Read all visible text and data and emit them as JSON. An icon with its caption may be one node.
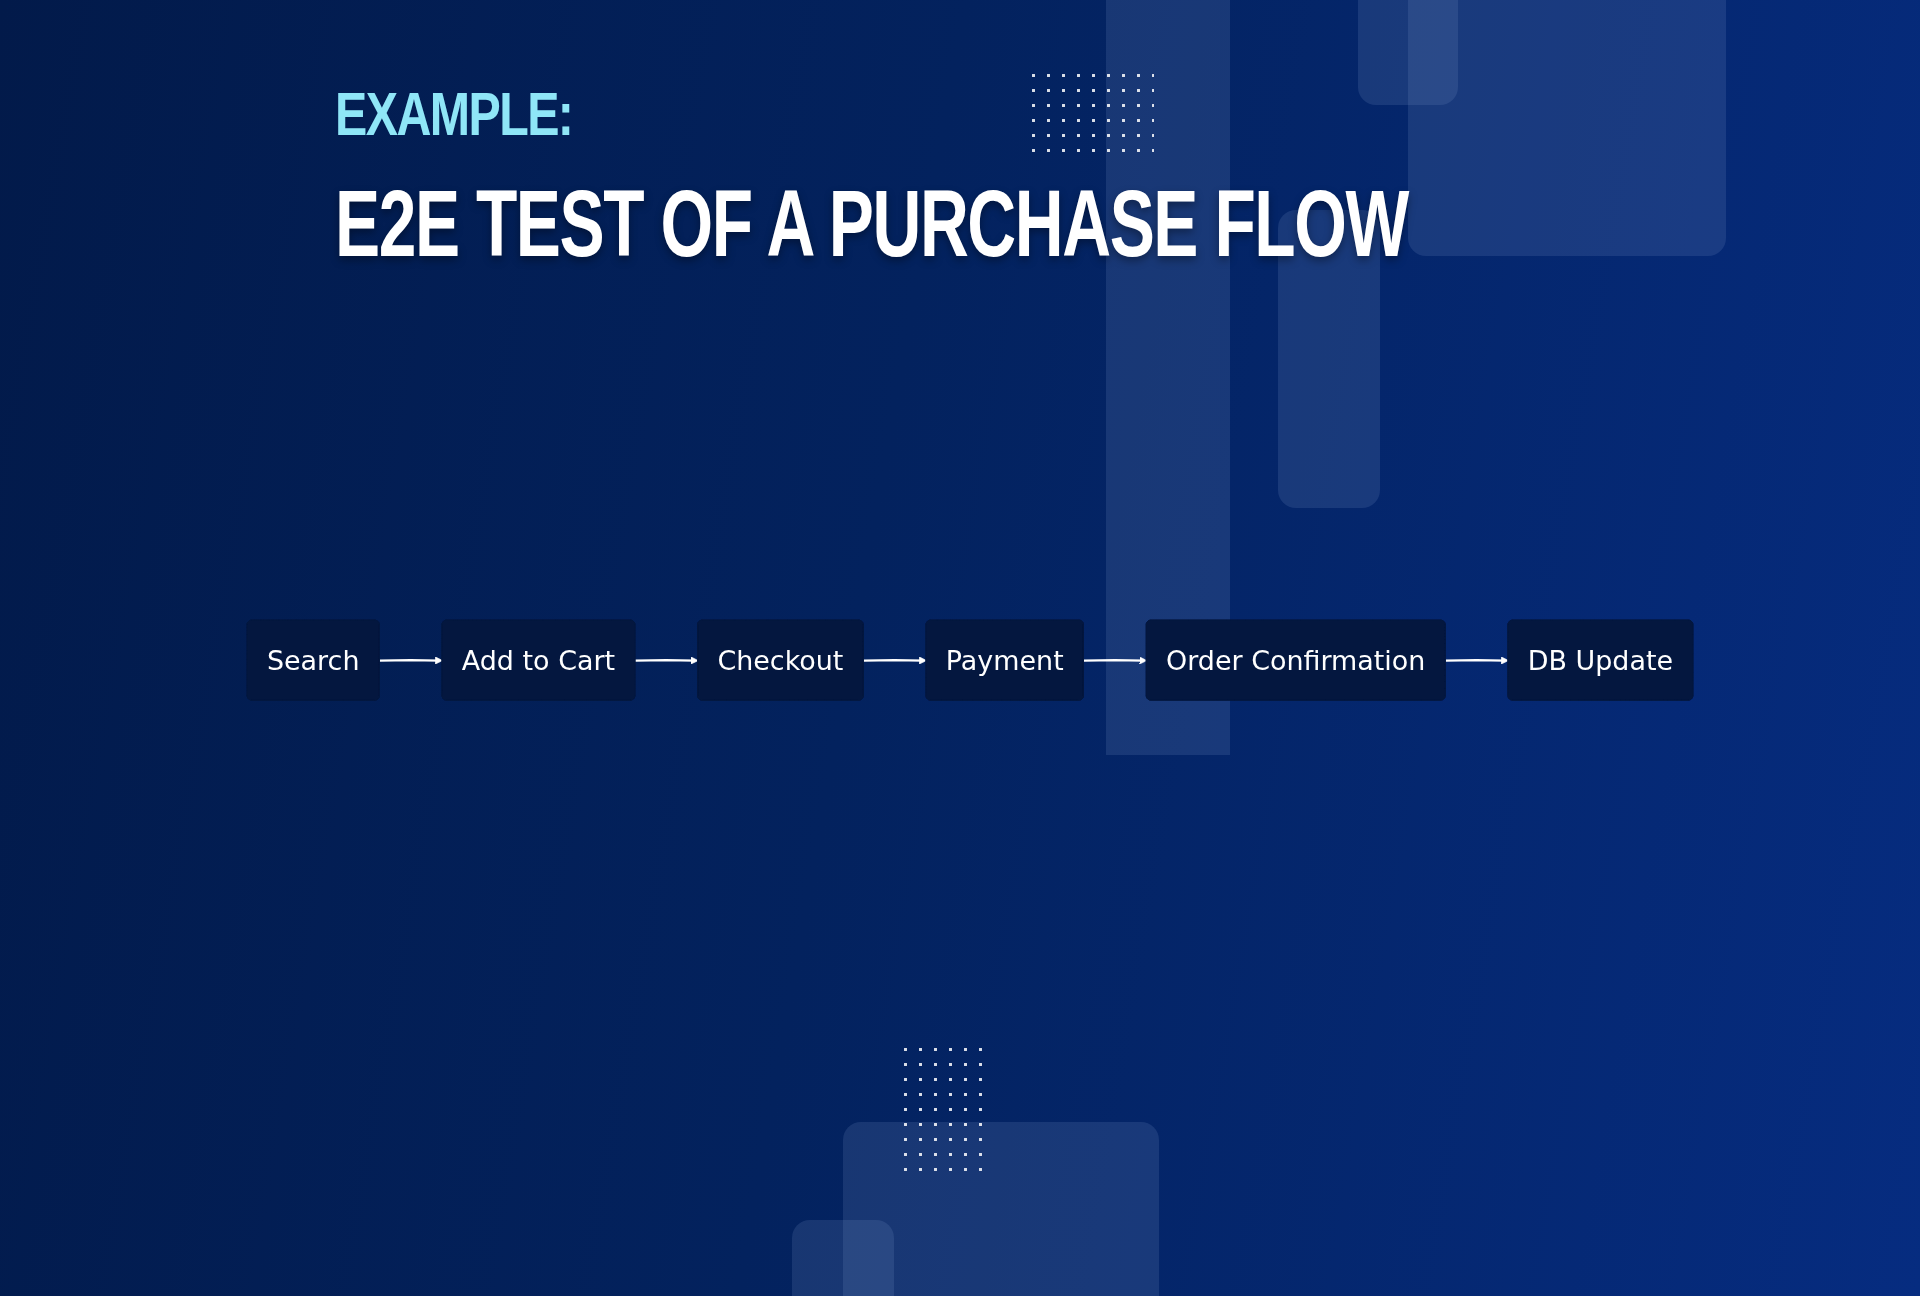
{
  "diagram": {
    "title": "E2E TEST OF A PURCHASE FLOW",
    "nodes": [
      {
        "text": [
          "Search"
        ]
      },
      {
        "text": [
          "Add to Cart"
        ]
      },
      {
        "text": [
          "Checkout"
        ]
      },
      {
        "text": [
          "Payment"
        ]
      },
      {
        "text": [
          "Order Confirmation"
        ]
      },
      {
        "text": [
          "DB Update"
        ]
      }
    ],
    "edges": [
      {
        "from": 0,
        "to": 1,
        "arrow": "to"
      },
      {
        "from": 1,
        "to": 2,
        "arrow": "to"
      },
      {
        "from": 2,
        "to": 3,
        "arrow": "to"
      },
      {
        "from": 3,
        "to": 4,
        "arrow": "to"
      },
      {
        "from": 4,
        "to": 5,
        "arrow": "to"
      }
    ],
    "labels": [
      "EXAMPLE:"
    ]
  }
}
